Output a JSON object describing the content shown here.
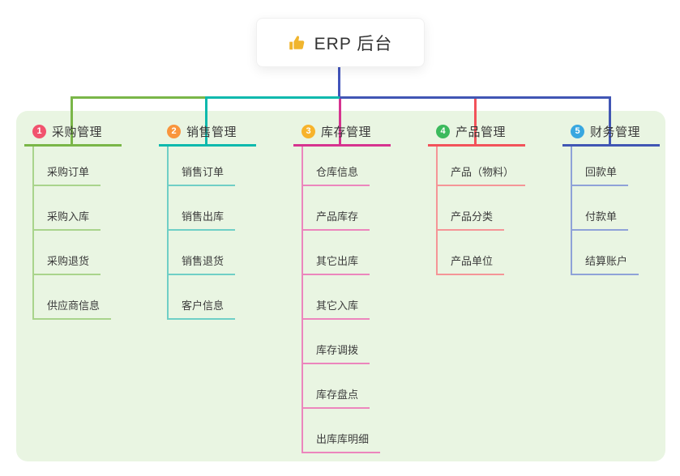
{
  "root": {
    "label": "ERP 后台",
    "icon": "thumbs-up"
  },
  "colors": {
    "panel_background": "#e9f5e2",
    "root_drop_line": "#4254bb",
    "branch_lines": [
      "#7ab648",
      "#0db9ad",
      "#d6338f",
      "#f2525a",
      "#4156b4"
    ],
    "branch_sublines": [
      "#a9d48c",
      "#6fcfc6",
      "#ec86bd",
      "#f59597",
      "#8fa2d8"
    ],
    "badges": [
      "#f1536e",
      "#f9953d",
      "#f7b32b",
      "#3cba5d",
      "#38a7e0"
    ]
  },
  "branches": [
    {
      "num": "1",
      "title": "采购管理",
      "items": [
        "采购订单",
        "采购入库",
        "采购退货",
        "供应商信息"
      ]
    },
    {
      "num": "2",
      "title": "销售管理",
      "items": [
        "销售订单",
        "销售出库",
        "销售退货",
        "客户信息"
      ]
    },
    {
      "num": "3",
      "title": "库存管理",
      "items": [
        "仓库信息",
        "产品库存",
        "其它出库",
        "其它入库",
        "库存调拨",
        "库存盘点",
        "出库库明细"
      ]
    },
    {
      "num": "4",
      "title": "产品管理",
      "items": [
        "产品（物料）",
        "产品分类",
        "产品单位"
      ]
    },
    {
      "num": "5",
      "title": "财务管理",
      "items": [
        "回款单",
        "付款单",
        "结算账户"
      ]
    }
  ]
}
